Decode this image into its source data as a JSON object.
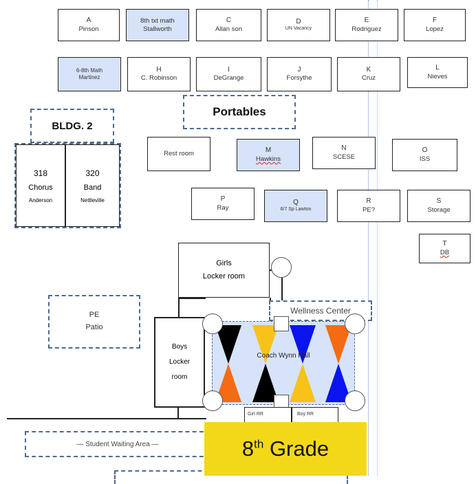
{
  "rooms_row1": [
    {
      "id": "A",
      "letter": "A",
      "name": "Pinson",
      "hl": false
    },
    {
      "id": "B",
      "letter": "",
      "name": "8th txt math\nStallworth",
      "hl": true
    },
    {
      "id": "C",
      "letter": "C",
      "name": "Allan son",
      "hl": false
    },
    {
      "id": "D",
      "letter": "D",
      "name": "UN Vacancy",
      "hl": false
    },
    {
      "id": "E",
      "letter": "E",
      "name": "Rodriguez",
      "hl": false
    },
    {
      "id": "F",
      "letter": "F",
      "name": "Lopez",
      "hl": false
    }
  ],
  "rooms_row2": [
    {
      "id": "G",
      "letter": "",
      "name": "6-8th Math\nMartinez",
      "hl": true
    },
    {
      "id": "H",
      "letter": "H",
      "name": "C. Robinson",
      "hl": false
    },
    {
      "id": "I",
      "letter": "I",
      "name": "DeGrange",
      "hl": false
    },
    {
      "id": "J",
      "letter": "J",
      "name": "Forsythe",
      "hl": false
    },
    {
      "id": "K",
      "letter": "K",
      "name": "Cruz",
      "hl": false
    },
    {
      "id": "L",
      "letter": "L",
      "name": "Nieves",
      "hl": false
    }
  ],
  "portables_label": "Portables",
  "bldg2": {
    "label": "BLDG. 2",
    "room318": {
      "num": "318",
      "name": "Chorus",
      "teacher": "Anderson"
    },
    "room320": {
      "num": "320",
      "name": "Band",
      "teacher": "Nettleville"
    }
  },
  "restroom": "Rest room",
  "M": {
    "letter": "M",
    "name": "Hawkins"
  },
  "N": {
    "letter": "N",
    "name": "SCESE"
  },
  "O": {
    "letter": "O",
    "name": "ISS"
  },
  "P": {
    "letter": "P",
    "name": "Ray"
  },
  "Q": {
    "letter": "Q",
    "name": "6/7 Sp Lawton"
  },
  "R": {
    "letter": "R",
    "name": "PE?"
  },
  "S": {
    "letter": "S",
    "name": "Storage"
  },
  "T": {
    "letter": "T",
    "name": "DB"
  },
  "girls_locker": "Girls\nLocker room",
  "pe_patio": "PE\nPatio",
  "wellness": "Wellness Center",
  "boys_locker": "Boys\nLocker\nroom",
  "gym": "Coach Wynn Hall",
  "girls_rr": "Girl RR",
  "boys_rr": "Boy RR",
  "waiting": "— Student Waiting Area —",
  "grade_label": {
    "main": "8",
    "sup": "th",
    "rest": " Grade"
  },
  "colors": {
    "highlight": "#d6e3f8",
    "dash": "#4e6a8e",
    "banner": "#f3d81a",
    "black": "#000000",
    "gold": "#f7c21a",
    "blue": "#0a14ee",
    "orange": "#f46b12"
  }
}
